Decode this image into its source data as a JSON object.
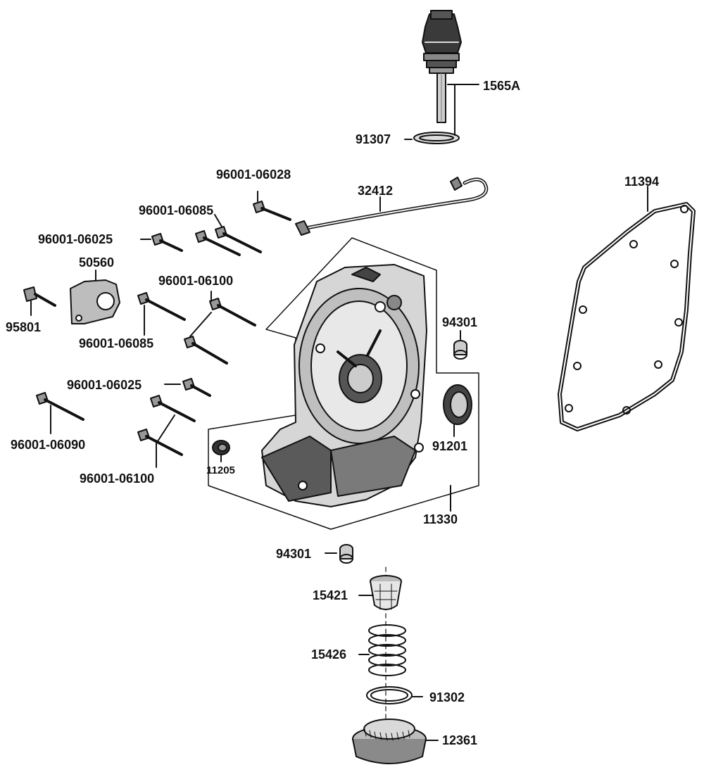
{
  "diagram": {
    "type": "exploded-parts-diagram",
    "colors": {
      "line": "#111111",
      "part_fill": "#d9d9d9",
      "dark_fill": "#3a3a3a",
      "background": "#ffffff"
    },
    "parts": {
      "dipstick": "1565A",
      "dipstick_oring": "91307",
      "bolt_top": "96001-06028",
      "cable": "32412",
      "gasket": "11394",
      "bolt_a": "96001-06085",
      "bolt_b": "96001-06025",
      "bracket": "50560",
      "bolt_c": "96001-06100",
      "bolt_d": "95801",
      "bolt_e": "96001-06085",
      "dowel_top": "94301",
      "bolt_f": "96001-06025",
      "bolt_g": "96001-06090",
      "oil_seal": "91201",
      "seal_small": "11205",
      "bolt_h": "96001-06100",
      "cover": "11330",
      "dowel_bottom": "94301",
      "strainer": "15421",
      "spring": "15426",
      "oring": "91302",
      "drain_cap": "12361"
    }
  }
}
